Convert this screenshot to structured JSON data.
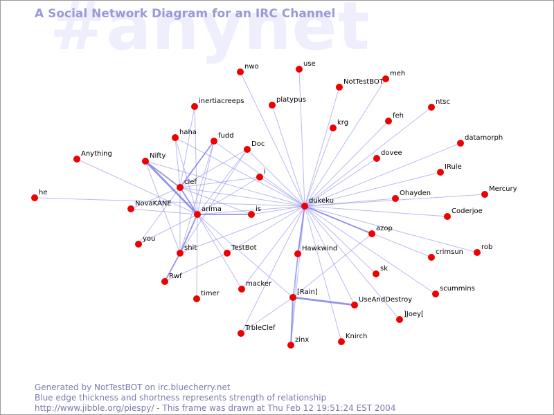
{
  "watermark": "#anynet",
  "title": "A Social Network Diagram for an IRC Channel",
  "footer": {
    "line1": "Generated by NotTestBOT on irc.bluecherry.net",
    "line2": "Blue edge thickness and shortness represents strength of relationship",
    "line3": "http://www.jibble.org/piespy/ - This frame was drawn at Thu Feb 12 19:51:24 EST 2004"
  },
  "colors": {
    "node": "#ee0000",
    "edge": "#8080e8",
    "title": "#9a9ad8",
    "watermark": "#eeeefc"
  },
  "nodes": [
    {
      "id": "nwo",
      "label": "nwo"
    },
    {
      "id": "use",
      "label": "use"
    },
    {
      "id": "NotTestBOT",
      "label": "NotTestBOT"
    },
    {
      "id": "meh",
      "label": "meh"
    },
    {
      "id": "inertiacreeps",
      "label": "inertiacreeps"
    },
    {
      "id": "platypus",
      "label": "platypus"
    },
    {
      "id": "ntsc",
      "label": "ntsc"
    },
    {
      "id": "feh",
      "label": "feh"
    },
    {
      "id": "krg",
      "label": "krg"
    },
    {
      "id": "haha",
      "label": "haha"
    },
    {
      "id": "fudd",
      "label": "fudd"
    },
    {
      "id": "datamorph",
      "label": "datamorph"
    },
    {
      "id": "Doc",
      "label": "Doc"
    },
    {
      "id": "Anything",
      "label": "Anything"
    },
    {
      "id": "Nifty",
      "label": "Nifty"
    },
    {
      "id": "dovee",
      "label": "dovee"
    },
    {
      "id": "IRule",
      "label": "IRule"
    },
    {
      "id": "i",
      "label": "i"
    },
    {
      "id": "clef",
      "label": "clef"
    },
    {
      "id": "Mercury",
      "label": "Mercury"
    },
    {
      "id": "he",
      "label": "he"
    },
    {
      "id": "Ohayden",
      "label": "Ohayden"
    },
    {
      "id": "dukeku",
      "label": "dukeku"
    },
    {
      "id": "NovaKANE",
      "label": "NovaKANE"
    },
    {
      "id": "arima",
      "label": "arima"
    },
    {
      "id": "is",
      "label": "is"
    },
    {
      "id": "Coderjoe",
      "label": "Coderjoe"
    },
    {
      "id": "azop",
      "label": "azop"
    },
    {
      "id": "you",
      "label": "you"
    },
    {
      "id": "shit",
      "label": "shit"
    },
    {
      "id": "TestBot",
      "label": "TestBot"
    },
    {
      "id": "Hawkwind",
      "label": "Hawkwind"
    },
    {
      "id": "crimsun",
      "label": "crimsun"
    },
    {
      "id": "rob",
      "label": "rob"
    },
    {
      "id": "sk",
      "label": "sk"
    },
    {
      "id": "Rwf",
      "label": "Rwf"
    },
    {
      "id": "macker",
      "label": "macker"
    },
    {
      "id": "scummins",
      "label": "scummins"
    },
    {
      "id": "timer",
      "label": "timer"
    },
    {
      "id": "Rain",
      "label": "[Rain]"
    },
    {
      "id": "UseAndDestroy",
      "label": "UseAndDestroy"
    },
    {
      "id": "Joey",
      "label": "]Joey["
    },
    {
      "id": "TrbleClef",
      "label": "TrbleClef"
    },
    {
      "id": "zinx",
      "label": "zinx"
    },
    {
      "id": "Knirch",
      "label": "Knirch"
    }
  ],
  "edges": [
    {
      "from": "dukeku",
      "to": "nwo",
      "weight": 1
    },
    {
      "from": "dukeku",
      "to": "use",
      "weight": 1
    },
    {
      "from": "dukeku",
      "to": "NotTestBOT",
      "weight": 1
    },
    {
      "from": "dukeku",
      "to": "meh",
      "weight": 1
    },
    {
      "from": "dukeku",
      "to": "platypus",
      "weight": 1
    },
    {
      "from": "dukeku",
      "to": "ntsc",
      "weight": 1
    },
    {
      "from": "dukeku",
      "to": "feh",
      "weight": 1
    },
    {
      "from": "dukeku",
      "to": "krg",
      "weight": 1
    },
    {
      "from": "dukeku",
      "to": "datamorph",
      "weight": 1
    },
    {
      "from": "dukeku",
      "to": "dovee",
      "weight": 1
    },
    {
      "from": "dukeku",
      "to": "IRule",
      "weight": 1
    },
    {
      "from": "dukeku",
      "to": "Mercury",
      "weight": 1
    },
    {
      "from": "dukeku",
      "to": "Ohayden",
      "weight": 1
    },
    {
      "from": "dukeku",
      "to": "Coderjoe",
      "weight": 1
    },
    {
      "from": "dukeku",
      "to": "azop",
      "weight": 2
    },
    {
      "from": "dukeku",
      "to": "crimsun",
      "weight": 1
    },
    {
      "from": "dukeku",
      "to": "rob",
      "weight": 1
    },
    {
      "from": "dukeku",
      "to": "sk",
      "weight": 1
    },
    {
      "from": "dukeku",
      "to": "scummins",
      "weight": 1
    },
    {
      "from": "dukeku",
      "to": "Joey",
      "weight": 1
    },
    {
      "from": "dukeku",
      "to": "UseAndDestroy",
      "weight": 1
    },
    {
      "from": "dukeku",
      "to": "Knirch",
      "weight": 1
    },
    {
      "from": "dukeku",
      "to": "zinx",
      "weight": 1
    },
    {
      "from": "dukeku",
      "to": "TrbleClef",
      "weight": 1
    },
    {
      "from": "dukeku",
      "to": "Rain",
      "weight": 1
    },
    {
      "from": "dukeku",
      "to": "Hawkwind",
      "weight": 2
    },
    {
      "from": "dukeku",
      "to": "macker",
      "weight": 1
    },
    {
      "from": "dukeku",
      "to": "TestBot",
      "weight": 1
    },
    {
      "from": "dukeku",
      "to": "shit",
      "weight": 1
    },
    {
      "from": "dukeku",
      "to": "is",
      "weight": 1
    },
    {
      "from": "dukeku",
      "to": "arima",
      "weight": 1
    },
    {
      "from": "dukeku",
      "to": "clef",
      "weight": 1
    },
    {
      "from": "dukeku",
      "to": "i",
      "weight": 1
    },
    {
      "from": "dukeku",
      "to": "Doc",
      "weight": 1
    },
    {
      "from": "dukeku",
      "to": "fudd",
      "weight": 1
    },
    {
      "from": "dukeku",
      "to": "haha",
      "weight": 1
    },
    {
      "from": "dukeku",
      "to": "Nifty",
      "weight": 1
    },
    {
      "from": "dukeku",
      "to": "he",
      "weight": 1
    },
    {
      "from": "Nifty",
      "to": "arima",
      "weight": 3
    },
    {
      "from": "Nifty",
      "to": "clef",
      "weight": 2
    },
    {
      "from": "Nifty",
      "to": "shit",
      "weight": 1
    },
    {
      "from": "Anything",
      "to": "arima",
      "weight": 1
    },
    {
      "from": "clef",
      "to": "arima",
      "weight": 2
    },
    {
      "from": "clef",
      "to": "fudd",
      "weight": 2
    },
    {
      "from": "clef",
      "to": "haha",
      "weight": 1
    },
    {
      "from": "clef",
      "to": "inertiacreeps",
      "weight": 1
    },
    {
      "from": "clef",
      "to": "Doc",
      "weight": 1
    },
    {
      "from": "clef",
      "to": "i",
      "weight": 1
    },
    {
      "from": "clef",
      "to": "NovaKANE",
      "weight": 1
    },
    {
      "from": "clef",
      "to": "you",
      "weight": 1
    },
    {
      "from": "clef",
      "to": "shit",
      "weight": 1
    },
    {
      "from": "clef",
      "to": "is",
      "weight": 1
    },
    {
      "from": "arima",
      "to": "fudd",
      "weight": 1
    },
    {
      "from": "arima",
      "to": "haha",
      "weight": 1
    },
    {
      "from": "arima",
      "to": "inertiacreeps",
      "weight": 1
    },
    {
      "from": "arima",
      "to": "Doc",
      "weight": 1
    },
    {
      "from": "arima",
      "to": "i",
      "weight": 1
    },
    {
      "from": "arima",
      "to": "is",
      "weight": 2
    },
    {
      "from": "arima",
      "to": "NovaKANE",
      "weight": 1
    },
    {
      "from": "arima",
      "to": "you",
      "weight": 1
    },
    {
      "from": "arima",
      "to": "shit",
      "weight": 2
    },
    {
      "from": "arima",
      "to": "TestBot",
      "weight": 1
    },
    {
      "from": "arima",
      "to": "timer",
      "weight": 1
    },
    {
      "from": "arima",
      "to": "macker",
      "weight": 1
    },
    {
      "from": "arima",
      "to": "Rain",
      "weight": 1
    },
    {
      "from": "shit",
      "to": "Rwf",
      "weight": 2
    },
    {
      "from": "shit",
      "to": "fudd",
      "weight": 1
    },
    {
      "from": "shit",
      "to": "Doc",
      "weight": 1
    },
    {
      "from": "Rwf",
      "to": "TestBot",
      "weight": 1
    },
    {
      "from": "Rain",
      "to": "UseAndDestroy",
      "weight": 3
    },
    {
      "from": "Rain",
      "to": "zinx",
      "weight": 2
    },
    {
      "from": "Rain",
      "to": "TrbleClef",
      "weight": 1
    },
    {
      "from": "Rain",
      "to": "Hawkwind",
      "weight": 1
    },
    {
      "from": "Rain",
      "to": "azop",
      "weight": 1
    },
    {
      "from": "zinx",
      "to": "Hawkwind",
      "weight": 1
    }
  ]
}
